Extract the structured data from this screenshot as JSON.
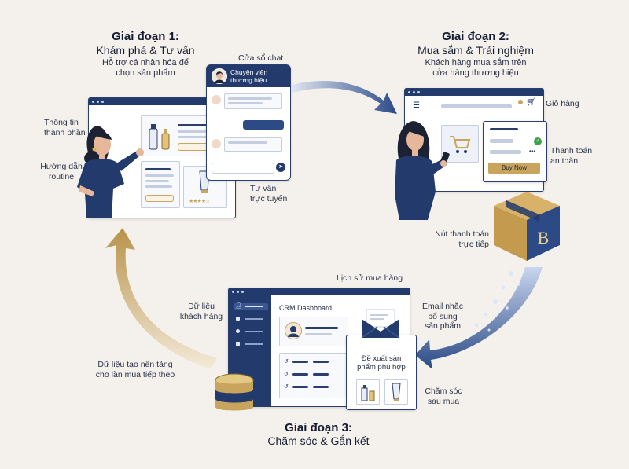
{
  "stage1": {
    "title": "Giai đoạn 1:",
    "subtitle": "Khám phá & Tư vấn",
    "desc_lines": [
      "Hỗ trợ cá nhân hóa để",
      "chọn sản phẩm"
    ],
    "labels": {
      "ingredients": [
        "Thông tin",
        "thành phần"
      ],
      "routine": [
        "Hướng dẫn",
        "routine"
      ],
      "chat_window": "Cửa sổ chat",
      "chat_agent": [
        "Chuyên viên",
        "thương hiệu"
      ],
      "online_consult": [
        "Tư vấn",
        "trực tuyến"
      ]
    }
  },
  "stage2": {
    "title": "Giai đoạn 2:",
    "subtitle": "Mua sắm & Trải nghiệm",
    "desc_lines": [
      "Khách hàng mua sắm trên",
      "cửa hàng thương hiệu"
    ],
    "labels": {
      "cart": "Giỏ hàng",
      "secure_payment": [
        "Thanh toán",
        "an toàn"
      ],
      "buy_now": "Buy Now",
      "direct_payment": [
        "Nút thanh toán",
        "trực tiếp"
      ],
      "box_letter": "B"
    }
  },
  "stage3": {
    "title": "Giai đoạn 3:",
    "subtitle": "Chăm sóc & Gắn kết",
    "labels": {
      "purchase_history": "Lịch sử mua hàng",
      "customer_data": [
        "Dữ liệu",
        "khách hàng"
      ],
      "crm_title": "CRM Dashboard",
      "email_reminder": [
        "Email nhắc",
        "bổ sung",
        "sản phẩm"
      ],
      "recommend": [
        "Đề xuất sản",
        "phẩm phù hợp"
      ],
      "aftercare": [
        "Chăm sóc",
        "sau mua"
      ],
      "data_foundation": [
        "Dữ liệu tạo nền tảng",
        "cho lần mua tiếp theo"
      ]
    }
  },
  "colors": {
    "navy": "#223a6c",
    "gold": "#c9a45c",
    "background": "#f4f1ec",
    "buy_button": "#c9a45c",
    "secure_check": "#3aa24a"
  }
}
